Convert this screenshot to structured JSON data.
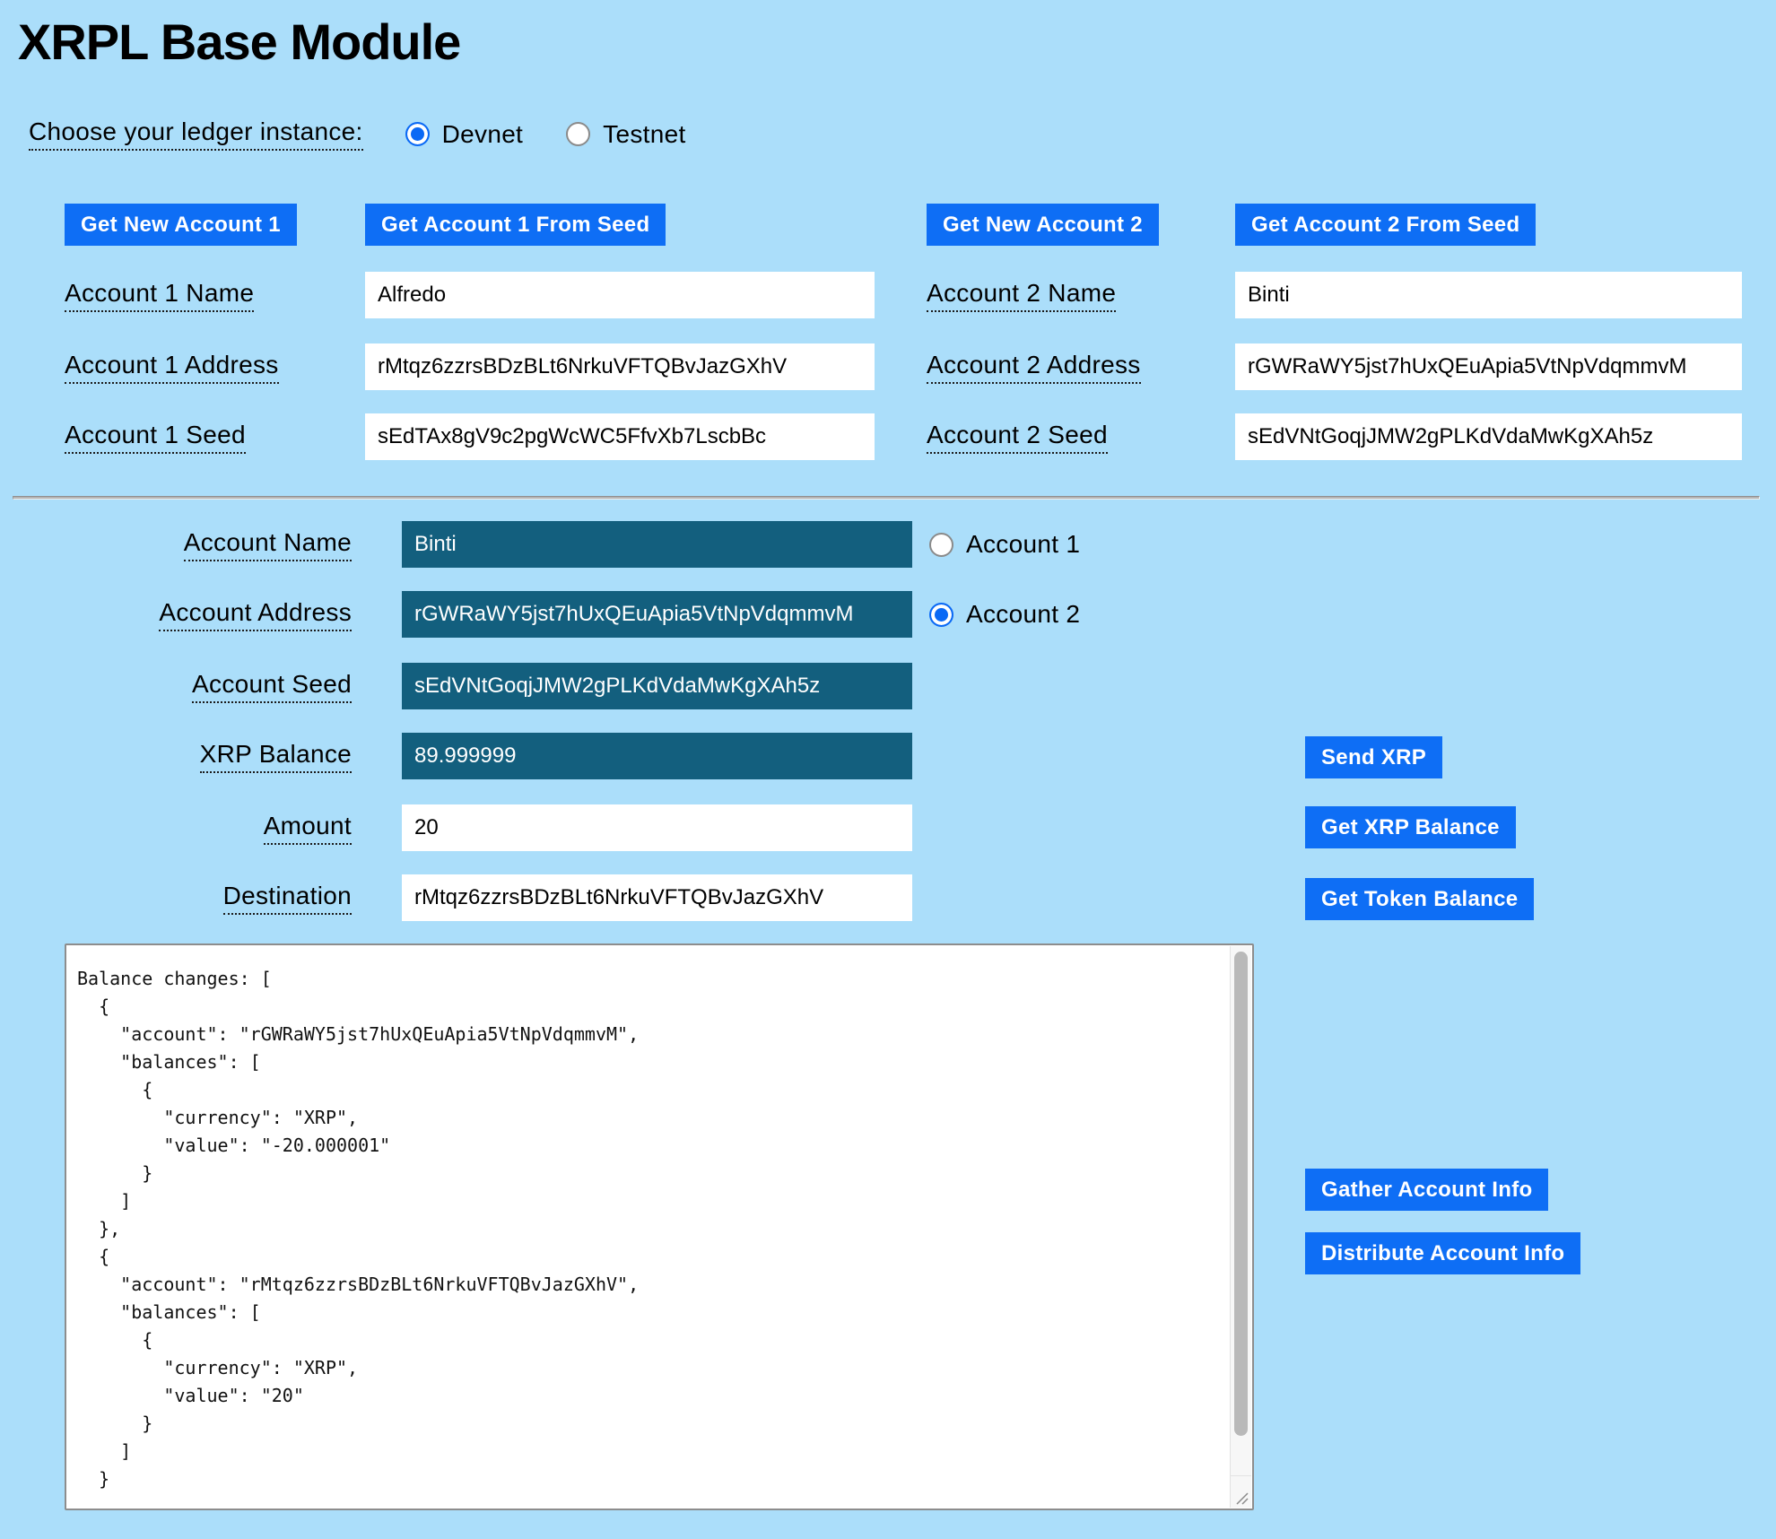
{
  "title": "XRPL Base Module",
  "ledger": {
    "label": "Choose your ledger instance:",
    "options": [
      {
        "label": "Devnet",
        "selected": true
      },
      {
        "label": "Testnet",
        "selected": false
      }
    ],
    "selected": "Devnet"
  },
  "accounts": {
    "buttons": {
      "get_new_1": "Get New Account 1",
      "from_seed_1": "Get Account 1 From Seed",
      "get_new_2": "Get New Account 2",
      "from_seed_2": "Get Account 2 From Seed"
    },
    "a1": {
      "name_label": "Account 1 Name",
      "name": "Alfredo",
      "address_label": "Account 1 Address",
      "address": "rMtqz6zzrsBDzBLt6NrkuVFTQBvJazGXhV",
      "seed_label": "Account 1 Seed",
      "seed": "sEdTAx8gV9c2pgWcWC5FfvXb7LscbBc"
    },
    "a2": {
      "name_label": "Account 2 Name",
      "name": "Binti",
      "address_label": "Account 2 Address",
      "address": "rGWRaWY5jst7hUxQEuApia5VtNpVdqmmvM",
      "seed_label": "Account 2 Seed",
      "seed": "sEdVNtGoqjJMW2gPLKdVdaMwKgXAh5z"
    }
  },
  "active": {
    "name_label": "Account Name",
    "name": "Binti",
    "address_label": "Account Address",
    "address": "rGWRaWY5jst7hUxQEuApia5VtNpVdqmmvM",
    "seed_label": "Account Seed",
    "seed": "sEdVNtGoqjJMW2gPLKdVdaMwKgXAh5z",
    "balance_label": "XRP Balance",
    "balance": "89.999999",
    "amount_label": "Amount",
    "amount": "20",
    "destination_label": "Destination",
    "destination": "rMtqz6zzrsBDzBLt6NrkuVFTQBvJazGXhV",
    "radios": [
      {
        "label": "Account 1",
        "selected": false
      },
      {
        "label": "Account 2",
        "selected": true
      }
    ],
    "selected_account": "Account 2",
    "buttons": {
      "send_xrp": "Send XRP",
      "get_xrp_balance": "Get XRP Balance",
      "get_token_balance": "Get Token Balance"
    }
  },
  "results": "Balance changes: [\n  {\n    \"account\": \"rGWRaWY5jst7hUxQEuApia5VtNpVdqmmvM\",\n    \"balances\": [\n      {\n        \"currency\": \"XRP\",\n        \"value\": \"-20.000001\"\n      }\n    ]\n  },\n  {\n    \"account\": \"rMtqz6zzrsBDzBLt6NrkuVFTQBvJazGXhV\",\n    \"balances\": [\n      {\n        \"currency\": \"XRP\",\n        \"value\": \"20\"\n      }\n    ]\n  }",
  "info_buttons": {
    "gather": "Gather Account Info",
    "distribute": "Distribute Account Info"
  },
  "colors": {
    "background": "#abdefa",
    "button_blue": "#0e6ef5",
    "field_teal": "#135f7e"
  }
}
